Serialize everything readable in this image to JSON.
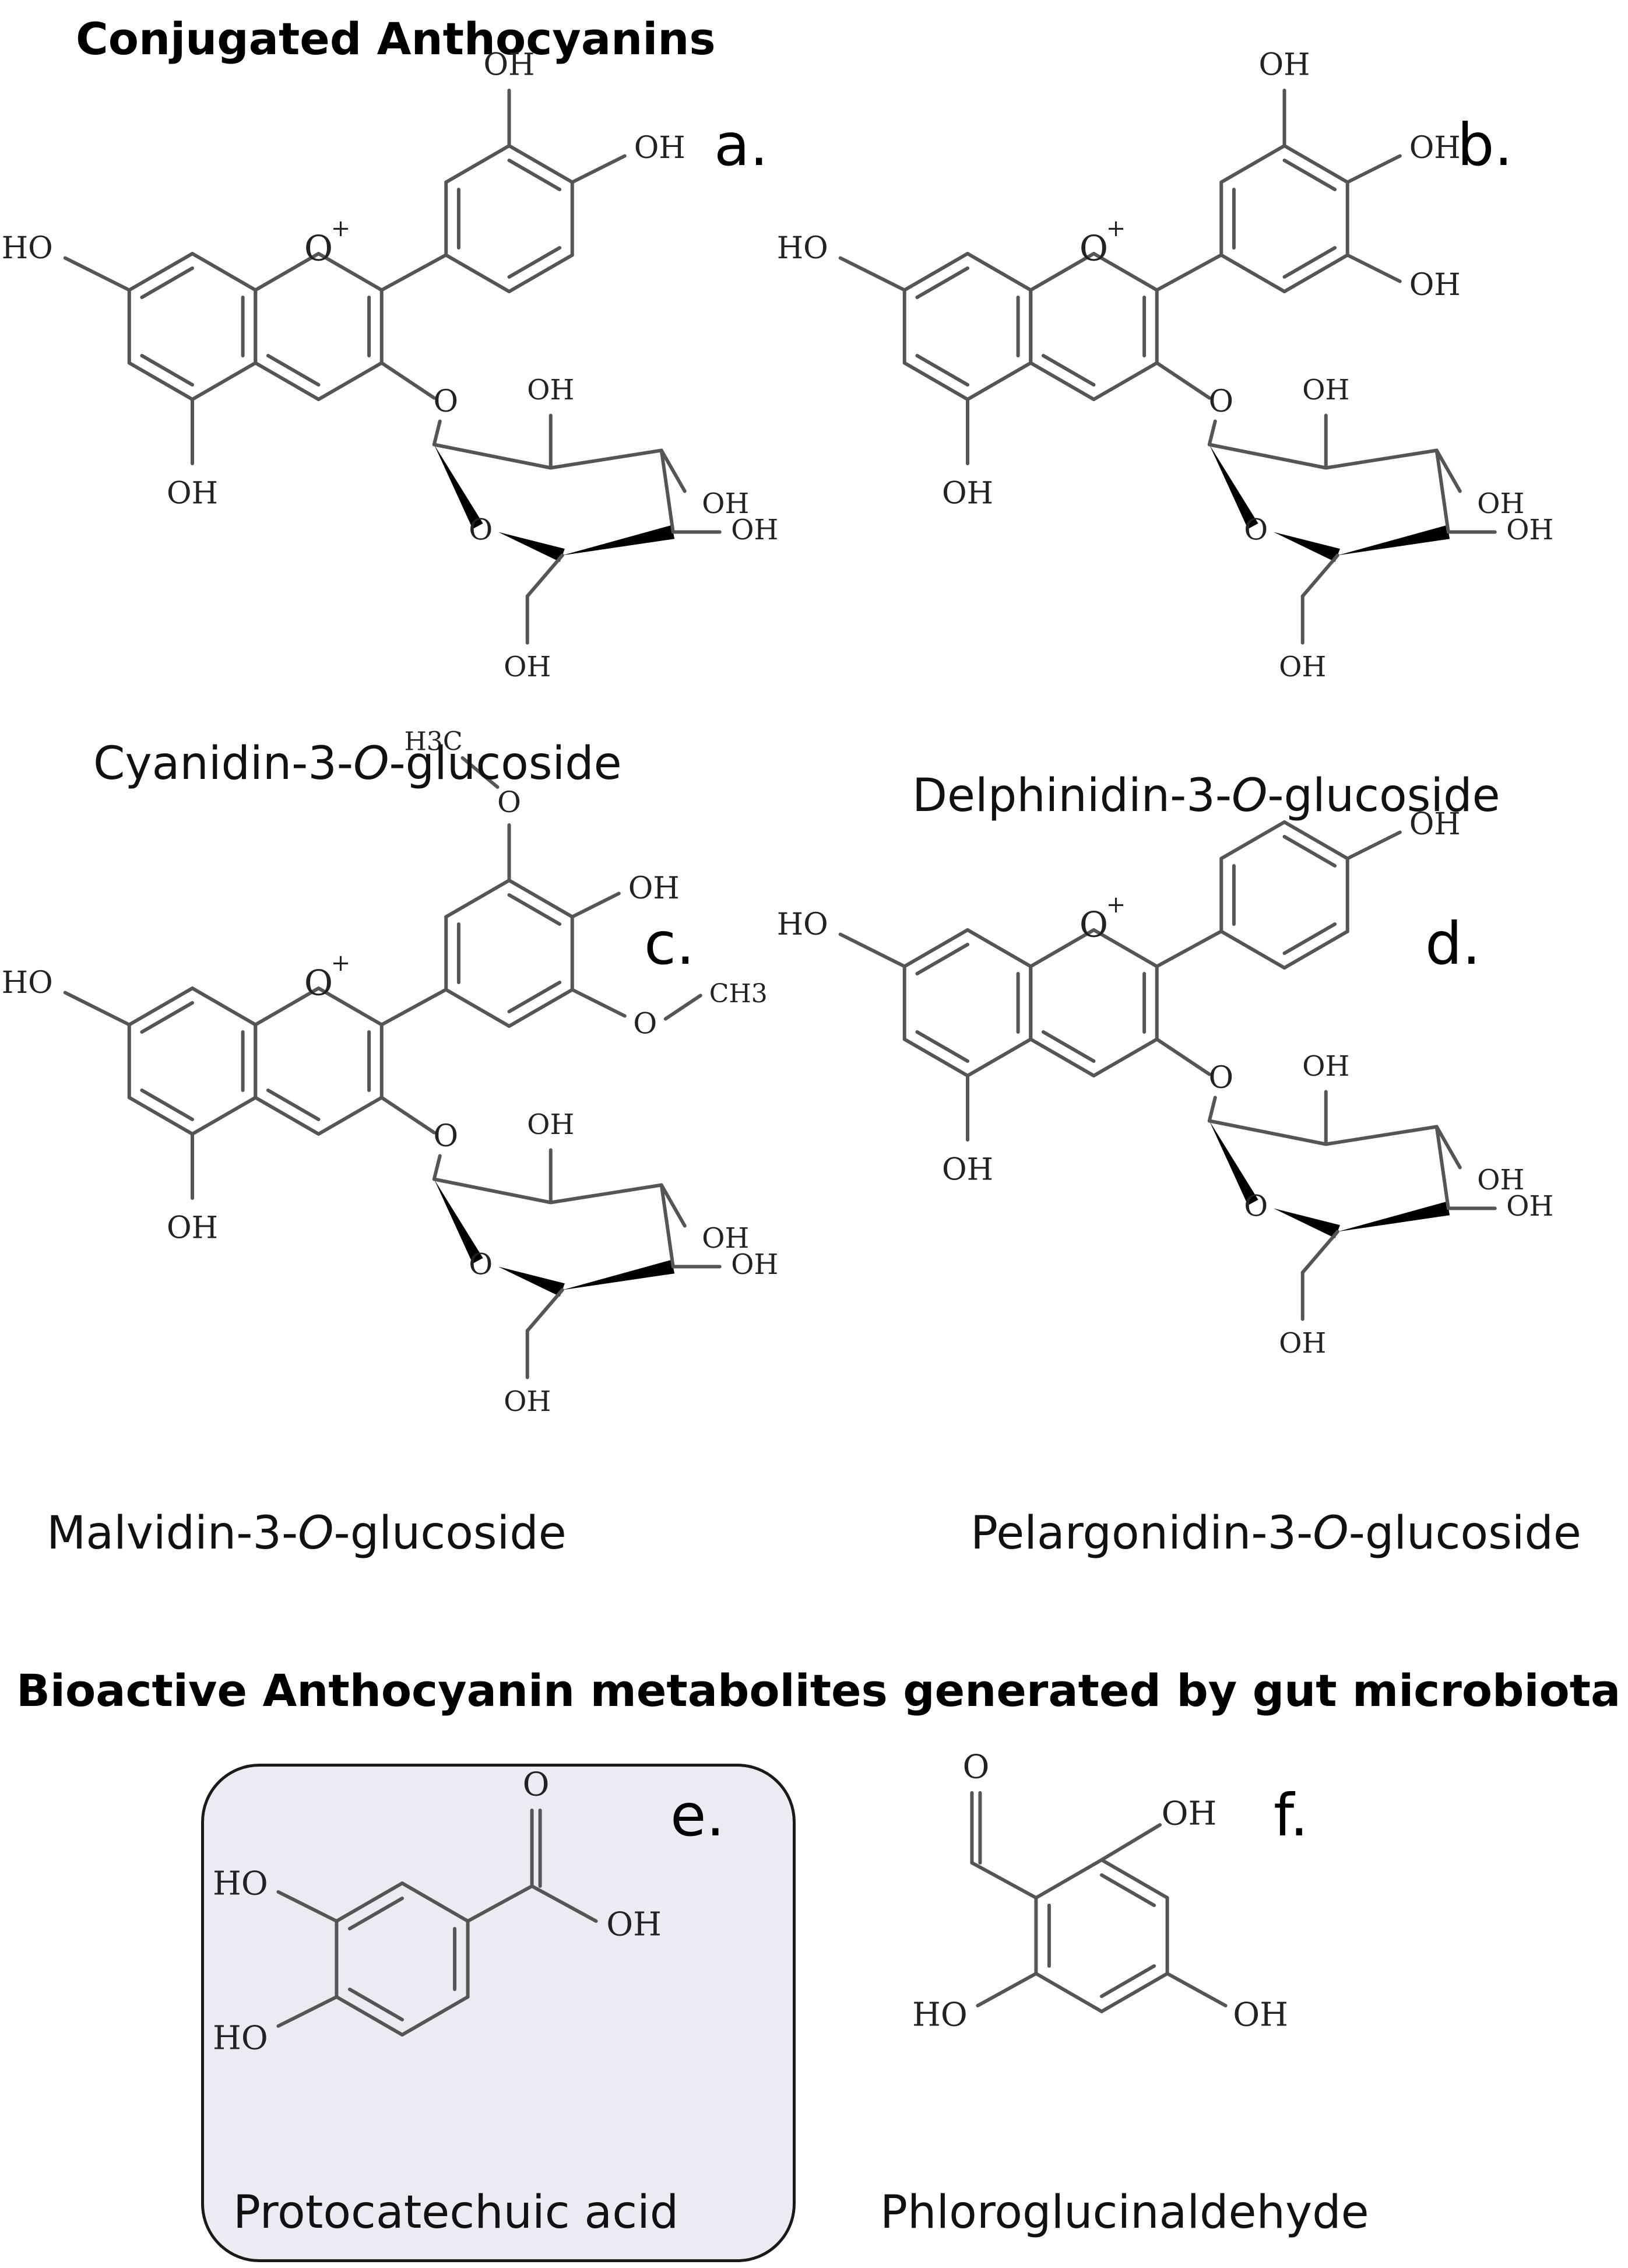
{
  "titles": {
    "conjugated": "Conjugated Anthocyanins",
    "metabolites": "Bioactive Anthocyanin metabolites generated by gut microbiota"
  },
  "panels": {
    "a": {
      "letter": "a.",
      "name_pre": "Cyanidin-3-",
      "name_o": "O",
      "name_post": "-glucoside"
    },
    "b": {
      "letter": "b.",
      "name_pre": "Delphinidin-3-",
      "name_o": "O",
      "name_post": "-glucoside"
    },
    "c": {
      "letter": "c.",
      "name_pre": "Malvidin-3-",
      "name_o": "O",
      "name_post": "-glucoside"
    },
    "d": {
      "letter": "d.",
      "name_pre": "Pelargonidin-3-",
      "name_o": "O",
      "name_post": "-glucoside"
    },
    "e": {
      "letter": "e.",
      "name": "Protocatechuic acid"
    },
    "f": {
      "letter": "f.",
      "name": "Phloroglucinaldehyde"
    }
  },
  "atom_labels": {
    "oh": "OH",
    "ho": "HO",
    "o": "O",
    "o_plus": "O",
    "plus": "+",
    "h3c": "H3C",
    "ch3": "CH3"
  },
  "colors": {
    "bond": "#555555",
    "highlight_box": "#ecebf3"
  }
}
